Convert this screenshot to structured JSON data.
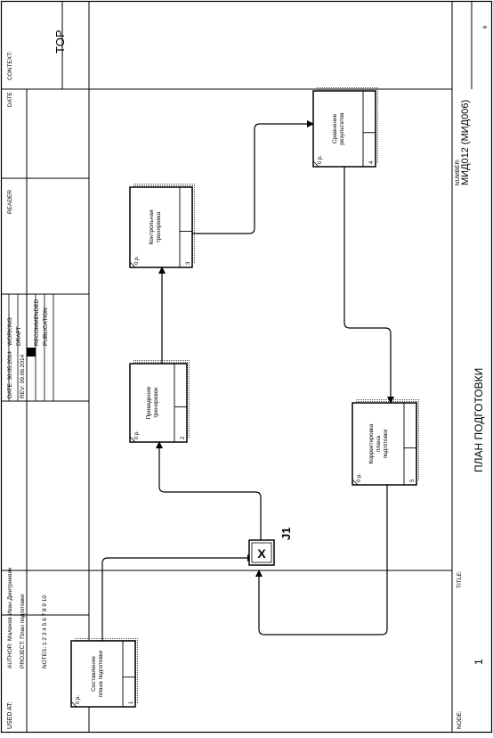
{
  "header": {
    "used_at": "USED AT:",
    "author": "AUTHOR:  Малахов Иван Дмитриевич",
    "project": "PROJECT:  План подготовки",
    "notes": "NOTES:  1  2  3  4  5  6  7  8  9  10",
    "date": "DATE:  30.05.2014",
    "rev": "REV:    09.06.2014",
    "working": "WORKING",
    "draft": "DRAFT",
    "recommended": "RECOMMENDED",
    "publication": "PUBLICATION",
    "reader": "READER",
    "date2": "DATE",
    "context": "CONTEXT:",
    "top": "TOP"
  },
  "footer": {
    "node_label": "NODE:",
    "node_value": "1",
    "title_label": "TITLE:",
    "title_value": "ПЛАН ПОДГОТОВКИ",
    "number_label": "NUMBER:",
    "number_value": "МИД012 (МИД006)",
    "page": "6"
  },
  "activities": [
    {
      "id": "1",
      "cost": "0 р.",
      "lines": [
        "Составление",
        "плана подготовки"
      ]
    },
    {
      "id": "2",
      "cost": "0 р.",
      "lines": [
        "Проведение",
        "тренировок"
      ]
    },
    {
      "id": "3",
      "cost": "0 р.",
      "lines": [
        "Контрольная",
        "тренировка"
      ]
    },
    {
      "id": "4",
      "cost": "0 р.",
      "lines": [
        "Сравнение",
        "результатов"
      ]
    },
    {
      "id": "5",
      "cost": "0 р.",
      "lines": [
        "Корректировка",
        "плана",
        "подготовки"
      ]
    }
  ],
  "junction": {
    "symbol": "X",
    "label": "J1"
  }
}
